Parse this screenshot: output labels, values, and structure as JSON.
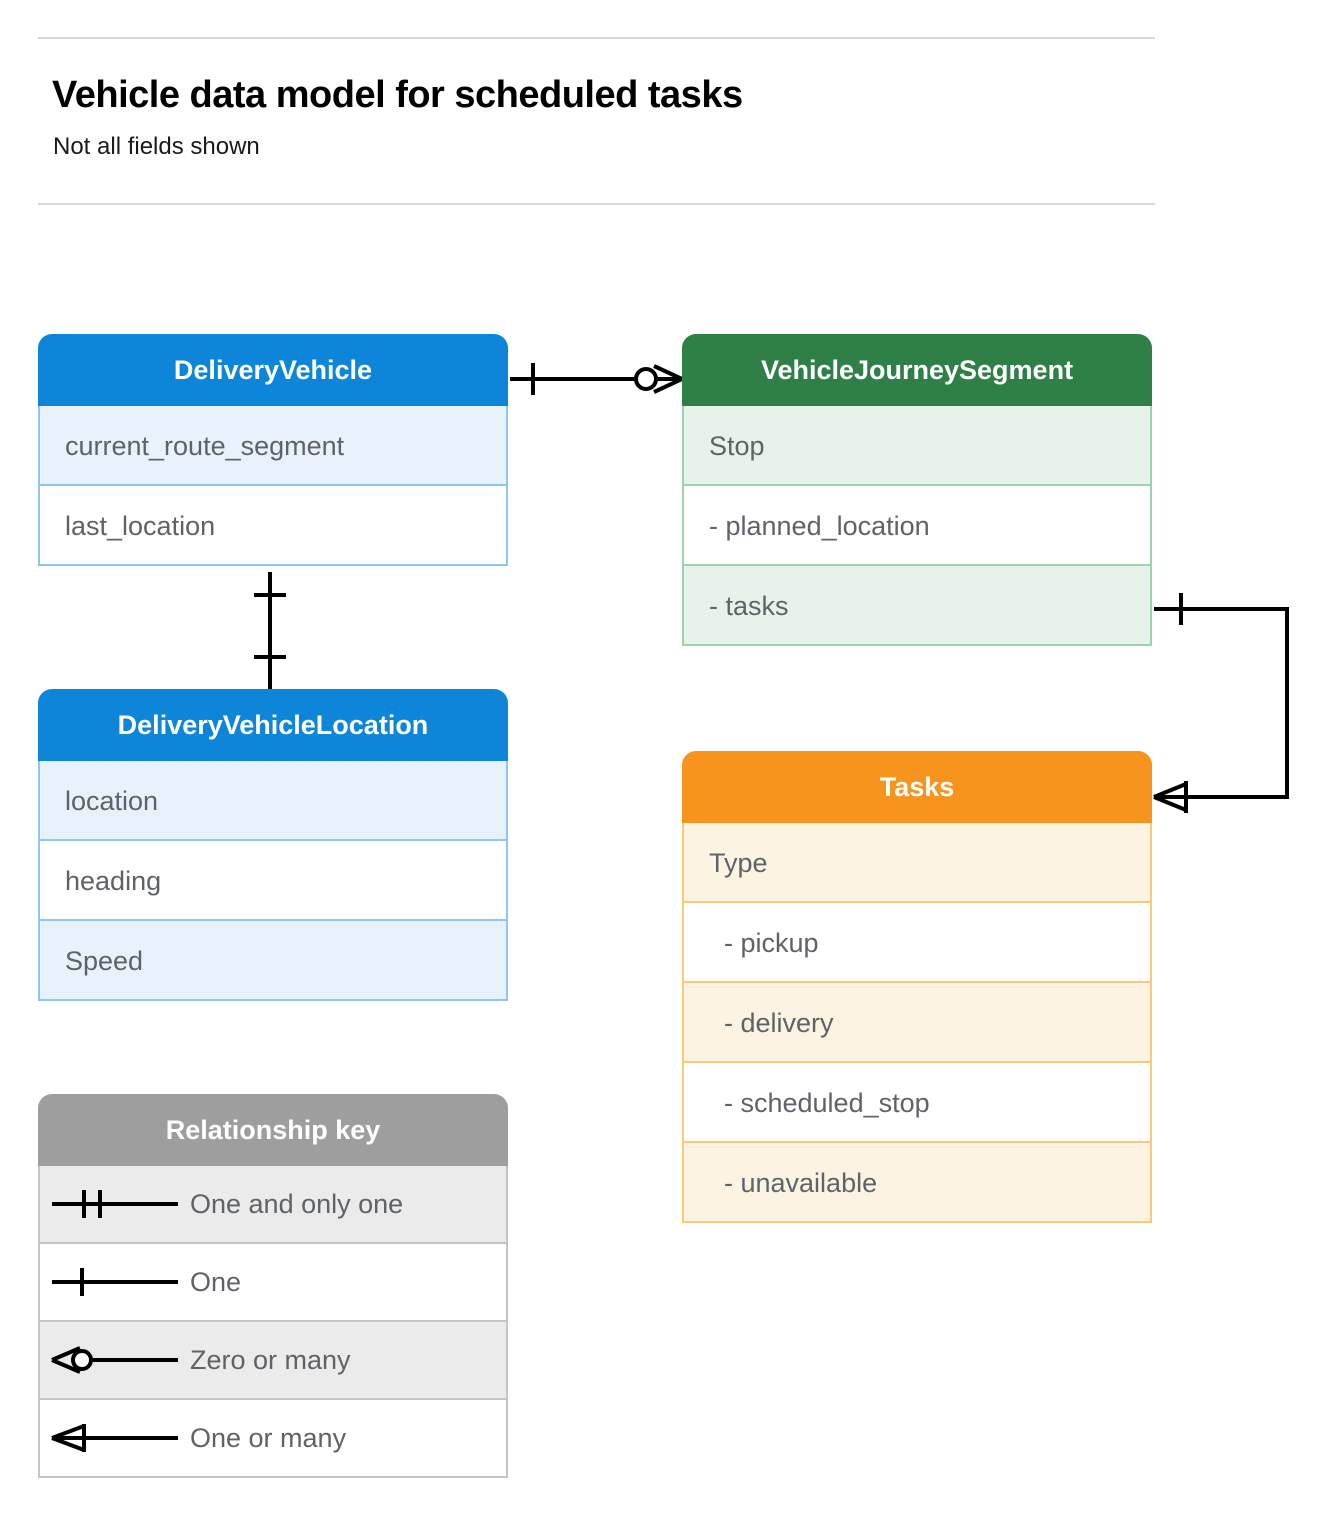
{
  "header": {
    "title": "Vehicle data model for scheduled tasks",
    "subtitle": "Not all fields shown"
  },
  "colors": {
    "blue_header": "#0d85d8",
    "blue_row": "#e8f2fc",
    "blue_border": "#8fc6ef",
    "green_header": "#2e8046",
    "green_row": "#e7f3ea",
    "green_border": "#9bd3ad",
    "orange_header": "#f7941e",
    "orange_row": "#fdf3e3",
    "orange_border": "#fbc97c",
    "gray_header": "#9e9e9e",
    "gray_row": "#ebebeb",
    "gray_border": "#c4c4c4",
    "line": "#000000",
    "text": "#5f6368",
    "rule": "#d8d8d8"
  },
  "entities": [
    {
      "id": "delivery-vehicle",
      "name": "DeliveryVehicle",
      "theme": "blue",
      "fields": [
        {
          "label": "current_route_segment",
          "sub": false
        },
        {
          "label": "last_location",
          "sub": false
        }
      ]
    },
    {
      "id": "vehicle-journey-segment",
      "name": "VehicleJourneySegment",
      "theme": "green",
      "fields": [
        {
          "label": "Stop",
          "sub": false
        },
        {
          "label": "-  planned_location",
          "sub": false
        },
        {
          "label": "- tasks",
          "sub": false
        }
      ]
    },
    {
      "id": "delivery-vehicle-location",
      "name": "DeliveryVehicleLocation",
      "theme": "blue",
      "fields": [
        {
          "label": "location",
          "sub": false
        },
        {
          "label": "heading",
          "sub": false
        },
        {
          "label": "Speed",
          "sub": false
        }
      ]
    },
    {
      "id": "tasks",
      "name": "Tasks",
      "theme": "orange",
      "fields": [
        {
          "label": "Type",
          "sub": false
        },
        {
          "label": "-  pickup",
          "sub": true
        },
        {
          "label": "-  delivery",
          "sub": true
        },
        {
          "label": "-  scheduled_stop",
          "sub": true
        },
        {
          "label": "-  unavailable",
          "sub": true
        }
      ]
    }
  ],
  "legend": {
    "title": "Relationship key",
    "items": [
      {
        "symbol": "one-and-only-one-icon",
        "label": "One and only one"
      },
      {
        "symbol": "one-icon",
        "label": "One"
      },
      {
        "symbol": "zero-or-many-icon",
        "label": "Zero or many"
      },
      {
        "symbol": "one-or-many-icon",
        "label": "One or many"
      }
    ]
  },
  "relationships": [
    {
      "id": "deliveryvehicle-to-vehiclejourneysegment",
      "from": "DeliveryVehicle",
      "to": "VehicleJourneySegment",
      "from_cardinality": "One",
      "to_cardinality": "Zero or many"
    },
    {
      "id": "deliveryvehicle-to-deliveryvehiclelocation",
      "from": "DeliveryVehicle",
      "to": "DeliveryVehicleLocation",
      "from_cardinality": "One",
      "to_cardinality": "One"
    },
    {
      "id": "vehiclejourneysegment-tasks-to-tasks",
      "from": "VehicleJourneySegment.tasks",
      "to": "Tasks",
      "from_cardinality": "One",
      "to_cardinality": "One or many"
    }
  ]
}
